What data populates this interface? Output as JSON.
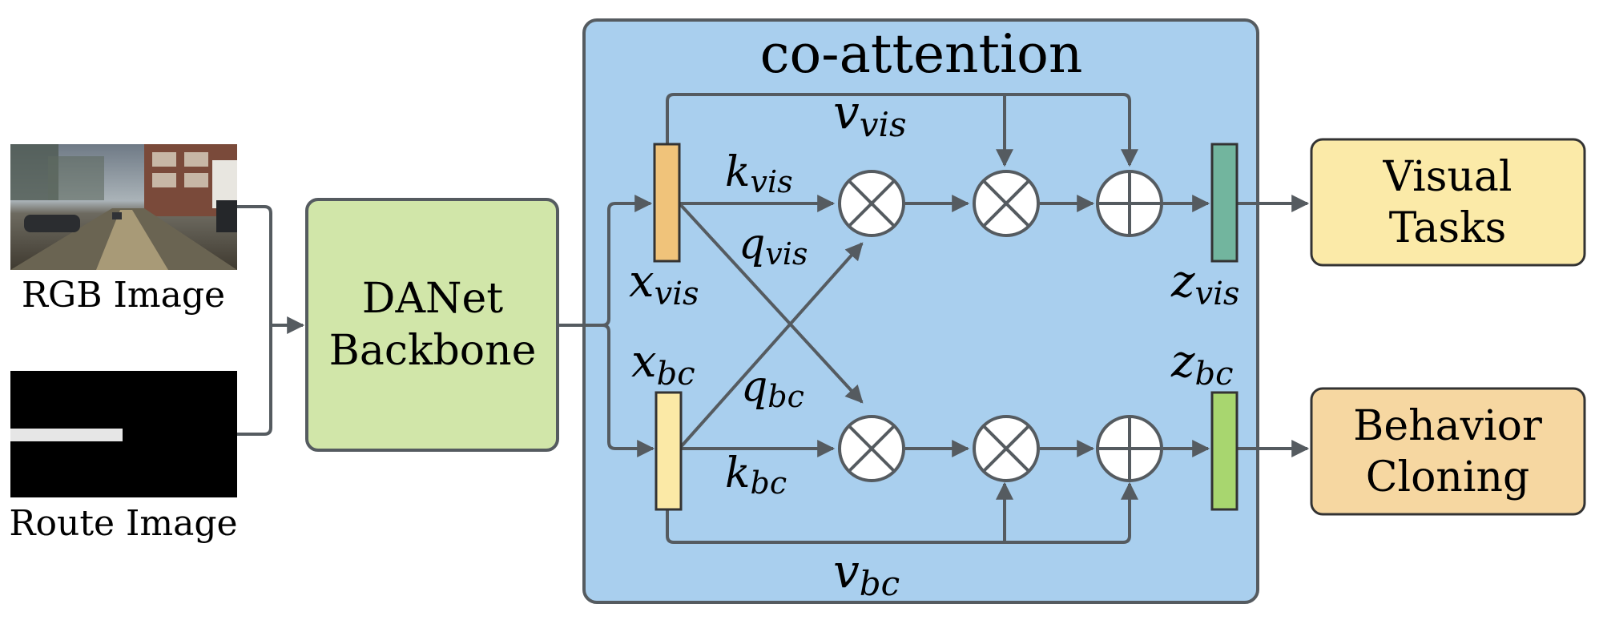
{
  "labels": {
    "rgb_image": "RGB Image",
    "route_image": "Route Image",
    "backbone_line1": "DANet",
    "backbone_line2": "Backbone",
    "coattention": "co-attention",
    "visual_line1": "Visual",
    "visual_line2": "Tasks",
    "behavior_line1": "Behavior",
    "behavior_line2": "Cloning"
  },
  "math": {
    "x_vis": {
      "base": "x",
      "sub": "vis"
    },
    "x_bc": {
      "base": "x",
      "sub": "bc"
    },
    "k_vis": {
      "base": "k",
      "sub": "vis"
    },
    "q_vis": {
      "base": "q",
      "sub": "vis"
    },
    "v_vis": {
      "base": "v",
      "sub": "vis"
    },
    "k_bc": {
      "base": "k",
      "sub": "bc"
    },
    "q_bc": {
      "base": "q",
      "sub": "bc"
    },
    "v_bc": {
      "base": "v",
      "sub": "bc"
    },
    "z_vis": {
      "base": "z",
      "sub": "vis"
    },
    "z_bc": {
      "base": "z",
      "sub": "bc"
    }
  },
  "colors": {
    "line": "#555b60",
    "coattention_fill": "#a9cfee",
    "backbone_fill": "#d1e6a9",
    "visual_fill": "#fbeaa8",
    "behavior_fill": "#f6d7a1",
    "x_vis_fill": "#f0c37a",
    "x_bc_fill": "#fbe9a6",
    "z_vis_fill": "#72b59e",
    "z_bc_fill": "#a8d66f"
  }
}
